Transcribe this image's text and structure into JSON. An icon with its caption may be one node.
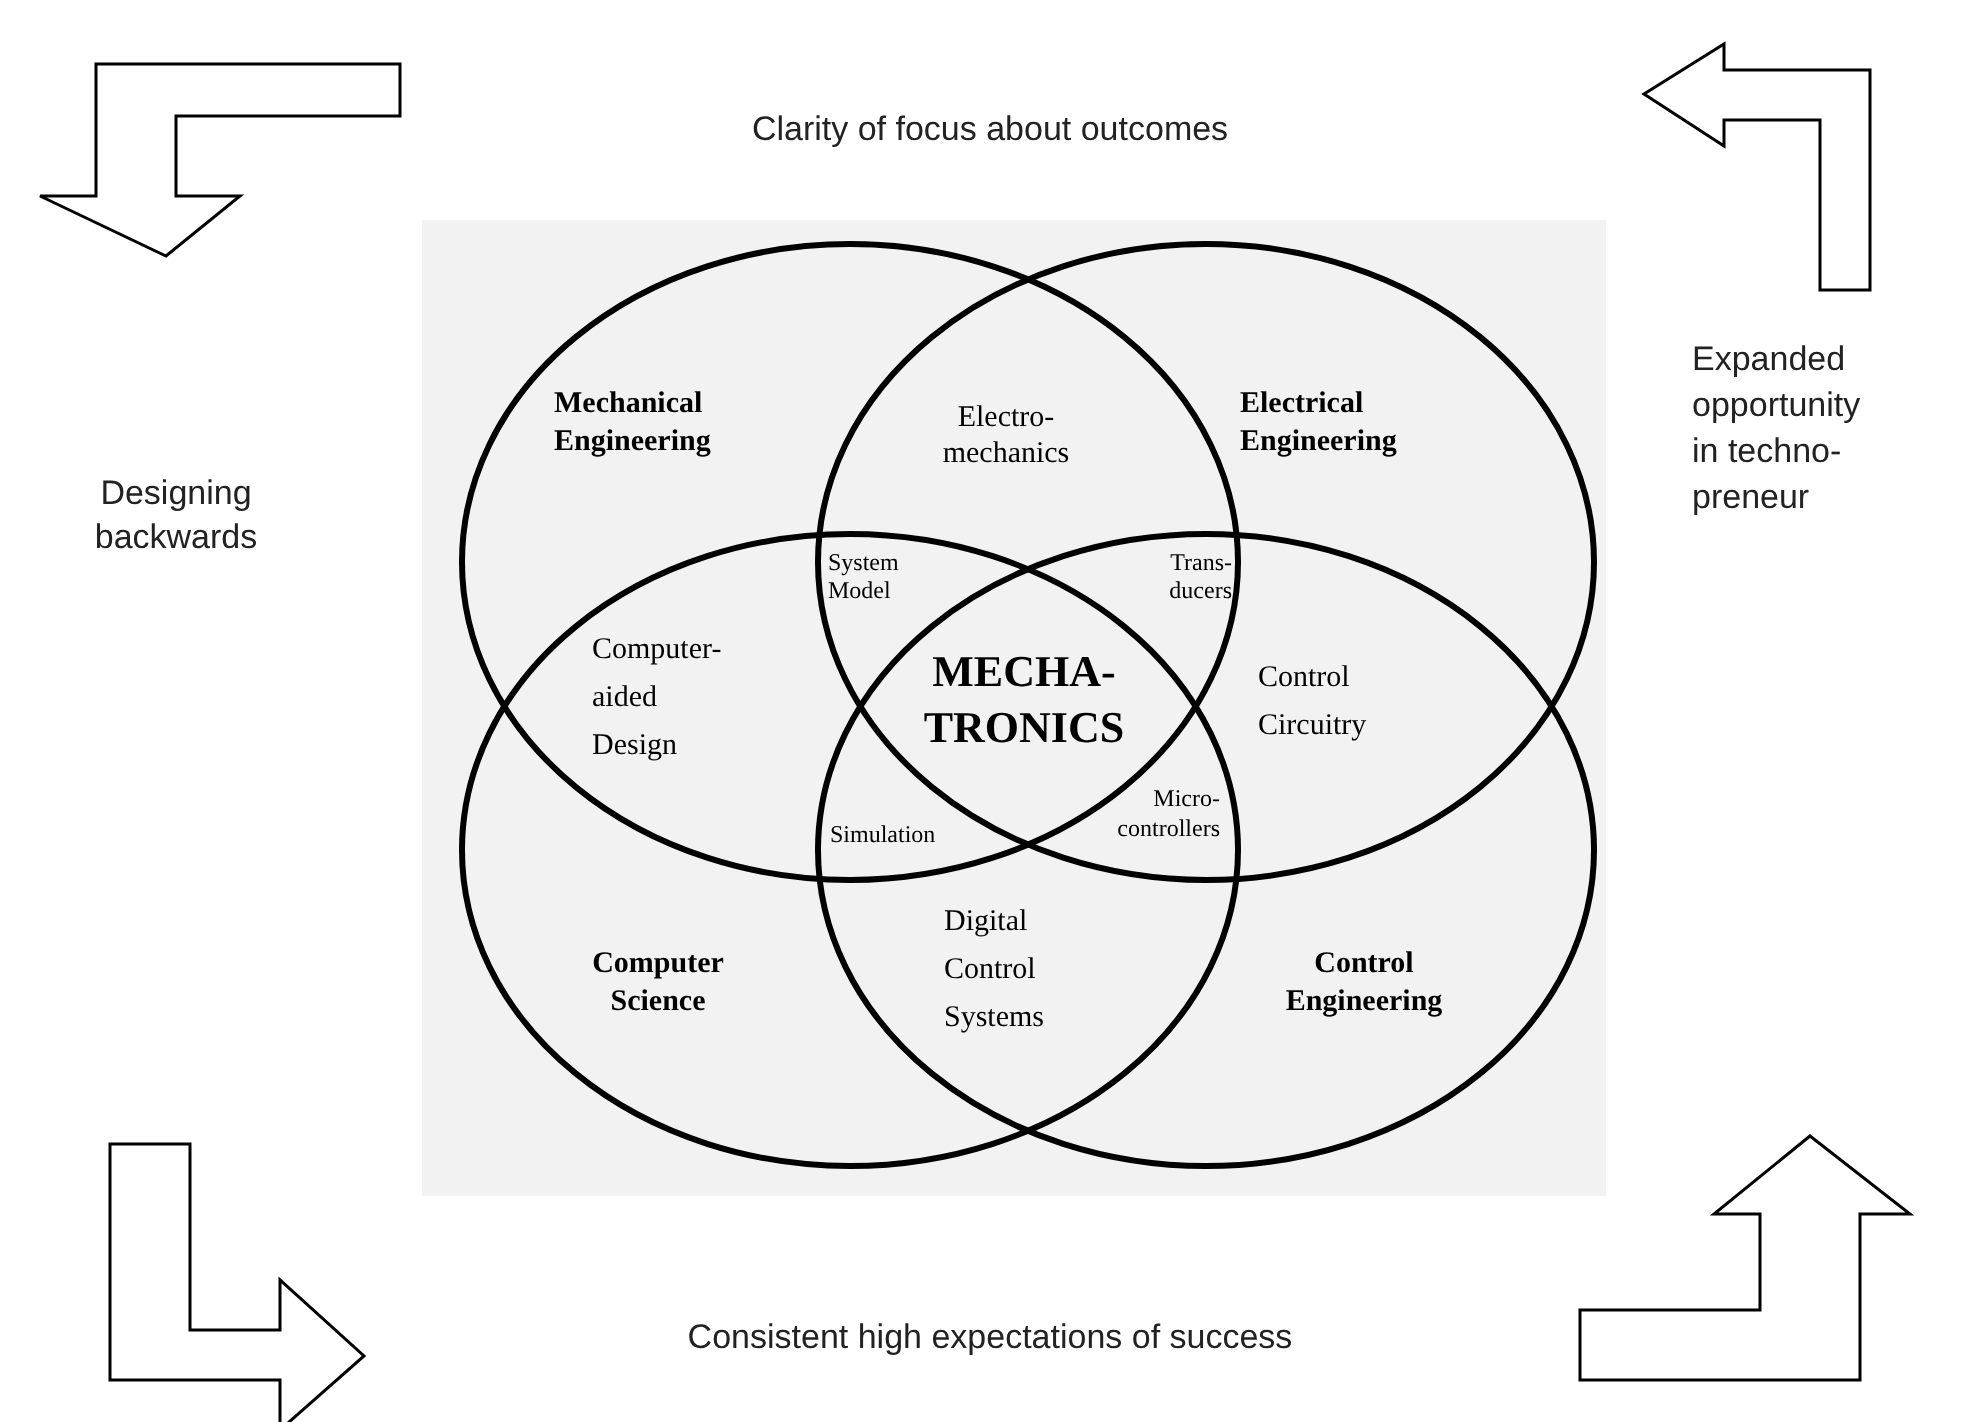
{
  "diagram": {
    "nodes": [
      {
        "text": [
          "Mechanical Engineering"
        ]
      },
      {
        "text": [
          "Electrical Engineering"
        ]
      },
      {
        "text": [
          "Computer Science"
        ]
      },
      {
        "text": [
          "Control Engineering"
        ]
      }
    ],
    "labels": [
      "Clarity of focus about outcomes",
      "Electro- mechanics",
      "Designing backwards",
      "System Model",
      "Trans- ducers",
      "Expanded opportunity in techno- preneur",
      "Computer- aided Design",
      "MECHA- TRONICS",
      "Control Circuitry",
      "Micro- controllers",
      "Simulation",
      "Digital Control Systems",
      "Consistent high expectations of success"
    ]
  }
}
